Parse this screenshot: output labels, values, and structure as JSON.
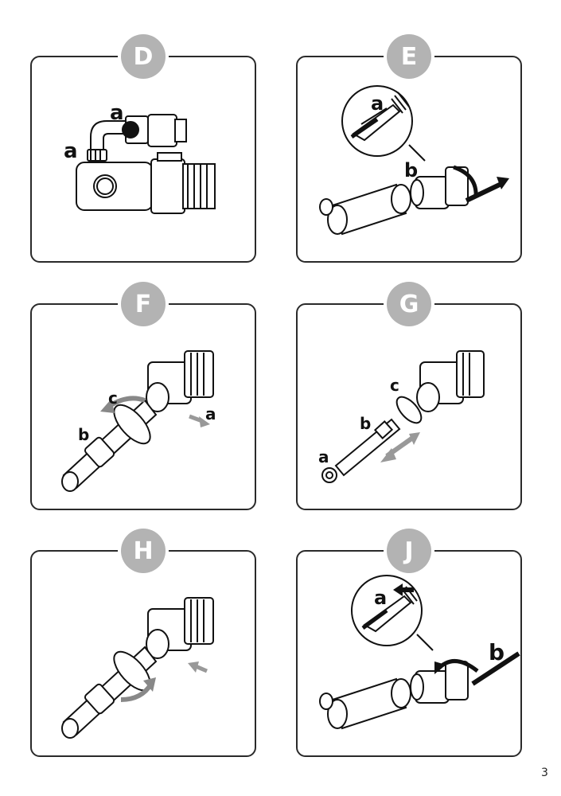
{
  "panels": [
    {
      "step": "D",
      "labels": {
        "a1": "a",
        "a2": "a"
      }
    },
    {
      "step": "E",
      "labels": {
        "a": "a",
        "b": "b"
      }
    },
    {
      "step": "F",
      "labels": {
        "a": "a",
        "b": "b",
        "c": "c"
      }
    },
    {
      "step": "G",
      "labels": {
        "a": "a",
        "b": "b",
        "c": "c"
      }
    },
    {
      "step": "H",
      "labels": {}
    },
    {
      "step": "J",
      "labels": {
        "a": "a",
        "b": "b"
      }
    }
  ],
  "page_number": "3",
  "colors": {
    "border": "#2a2a2a",
    "badge": "#b3b3b3",
    "arrow_grey": "#9a9a9a"
  }
}
